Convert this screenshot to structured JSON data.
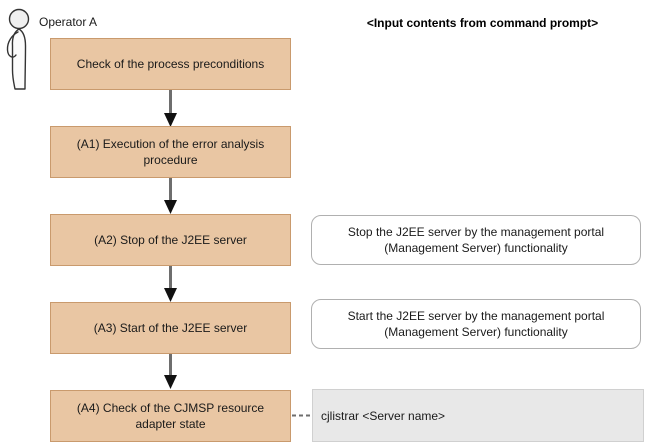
{
  "diagram": {
    "type": "flowchart",
    "actor": {
      "icon": "person-actor-icon",
      "label": "Operator A"
    },
    "column_header": "<Input contents from command prompt>",
    "colors": {
      "process_fill": "#e9c6a3",
      "process_border": "#c99a6d",
      "note_fill": "#ffffff",
      "note_border": "#b0b0b0",
      "command_fill": "#e8e8e8",
      "command_border": "#d0d0d0",
      "connector": "#6e6e6e",
      "arrowhead": "#000000",
      "text": "#1a1a1a",
      "background": "#ffffff"
    },
    "steps": [
      {
        "id": "start",
        "lines": [
          "Check of the process preconditions"
        ],
        "note": null,
        "command": null
      },
      {
        "id": "a1",
        "lines": [
          "(A1) Execution of the error analysis",
          "procedure"
        ],
        "note": null,
        "command": null
      },
      {
        "id": "a2",
        "lines": [
          "(A2) Stop of the J2EE server"
        ],
        "note": [
          "Stop the J2EE server by the management portal",
          "(Management Server)",
          "functionality"
        ],
        "command": null
      },
      {
        "id": "a3",
        "lines": [
          "(A3) Start of the J2EE server"
        ],
        "note": [
          "Start the J2EE server by the management portal",
          "(Management Server)",
          "functionality"
        ],
        "command": null
      },
      {
        "id": "a4",
        "lines": [
          "(A4) Check of the CJMSP resource",
          "adapter state"
        ],
        "note": null,
        "command": "cjlistrar <Server name>"
      }
    ]
  }
}
